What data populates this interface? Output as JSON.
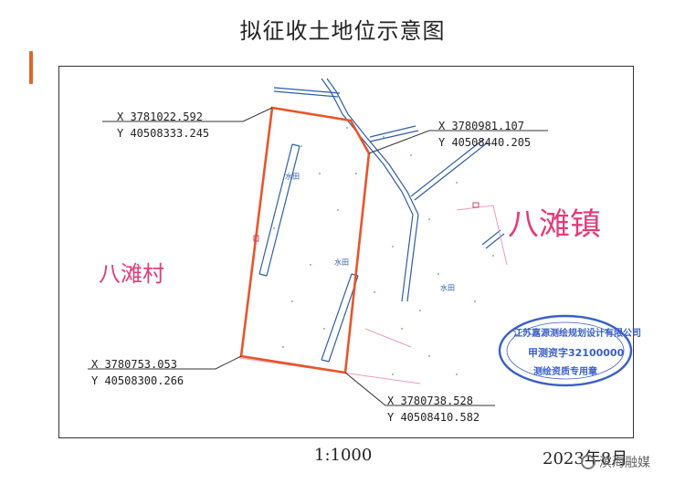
{
  "title": "拟征收土地位示意图",
  "coordinates": {
    "nw": {
      "x": "X  3781022.592",
      "y": "Y  40508333.245"
    },
    "ne": {
      "x": "X  3780981.107",
      "y": "Y  40508440.205"
    },
    "sw": {
      "x": "X  3780753.053",
      "y": "Y  40508300.266"
    },
    "se": {
      "x": "X  3780738.528",
      "y": "Y  40508410.582"
    }
  },
  "places": {
    "village": "八滩村",
    "town": "八滩镇"
  },
  "land_labels": {
    "paddy": "水田"
  },
  "seal": {
    "line1": "江苏嘉源测绘规划设计有限公司",
    "line2": "甲测资字32100000",
    "line3": "测绘资质专用章"
  },
  "scale": "1:1000",
  "date": "2023年8月",
  "watermark": "滨海融媒",
  "colors": {
    "boundary": "#e8552a",
    "roads": "#2f5ea8",
    "place_text": "#e23b78",
    "seal": "#3a5fc7"
  }
}
